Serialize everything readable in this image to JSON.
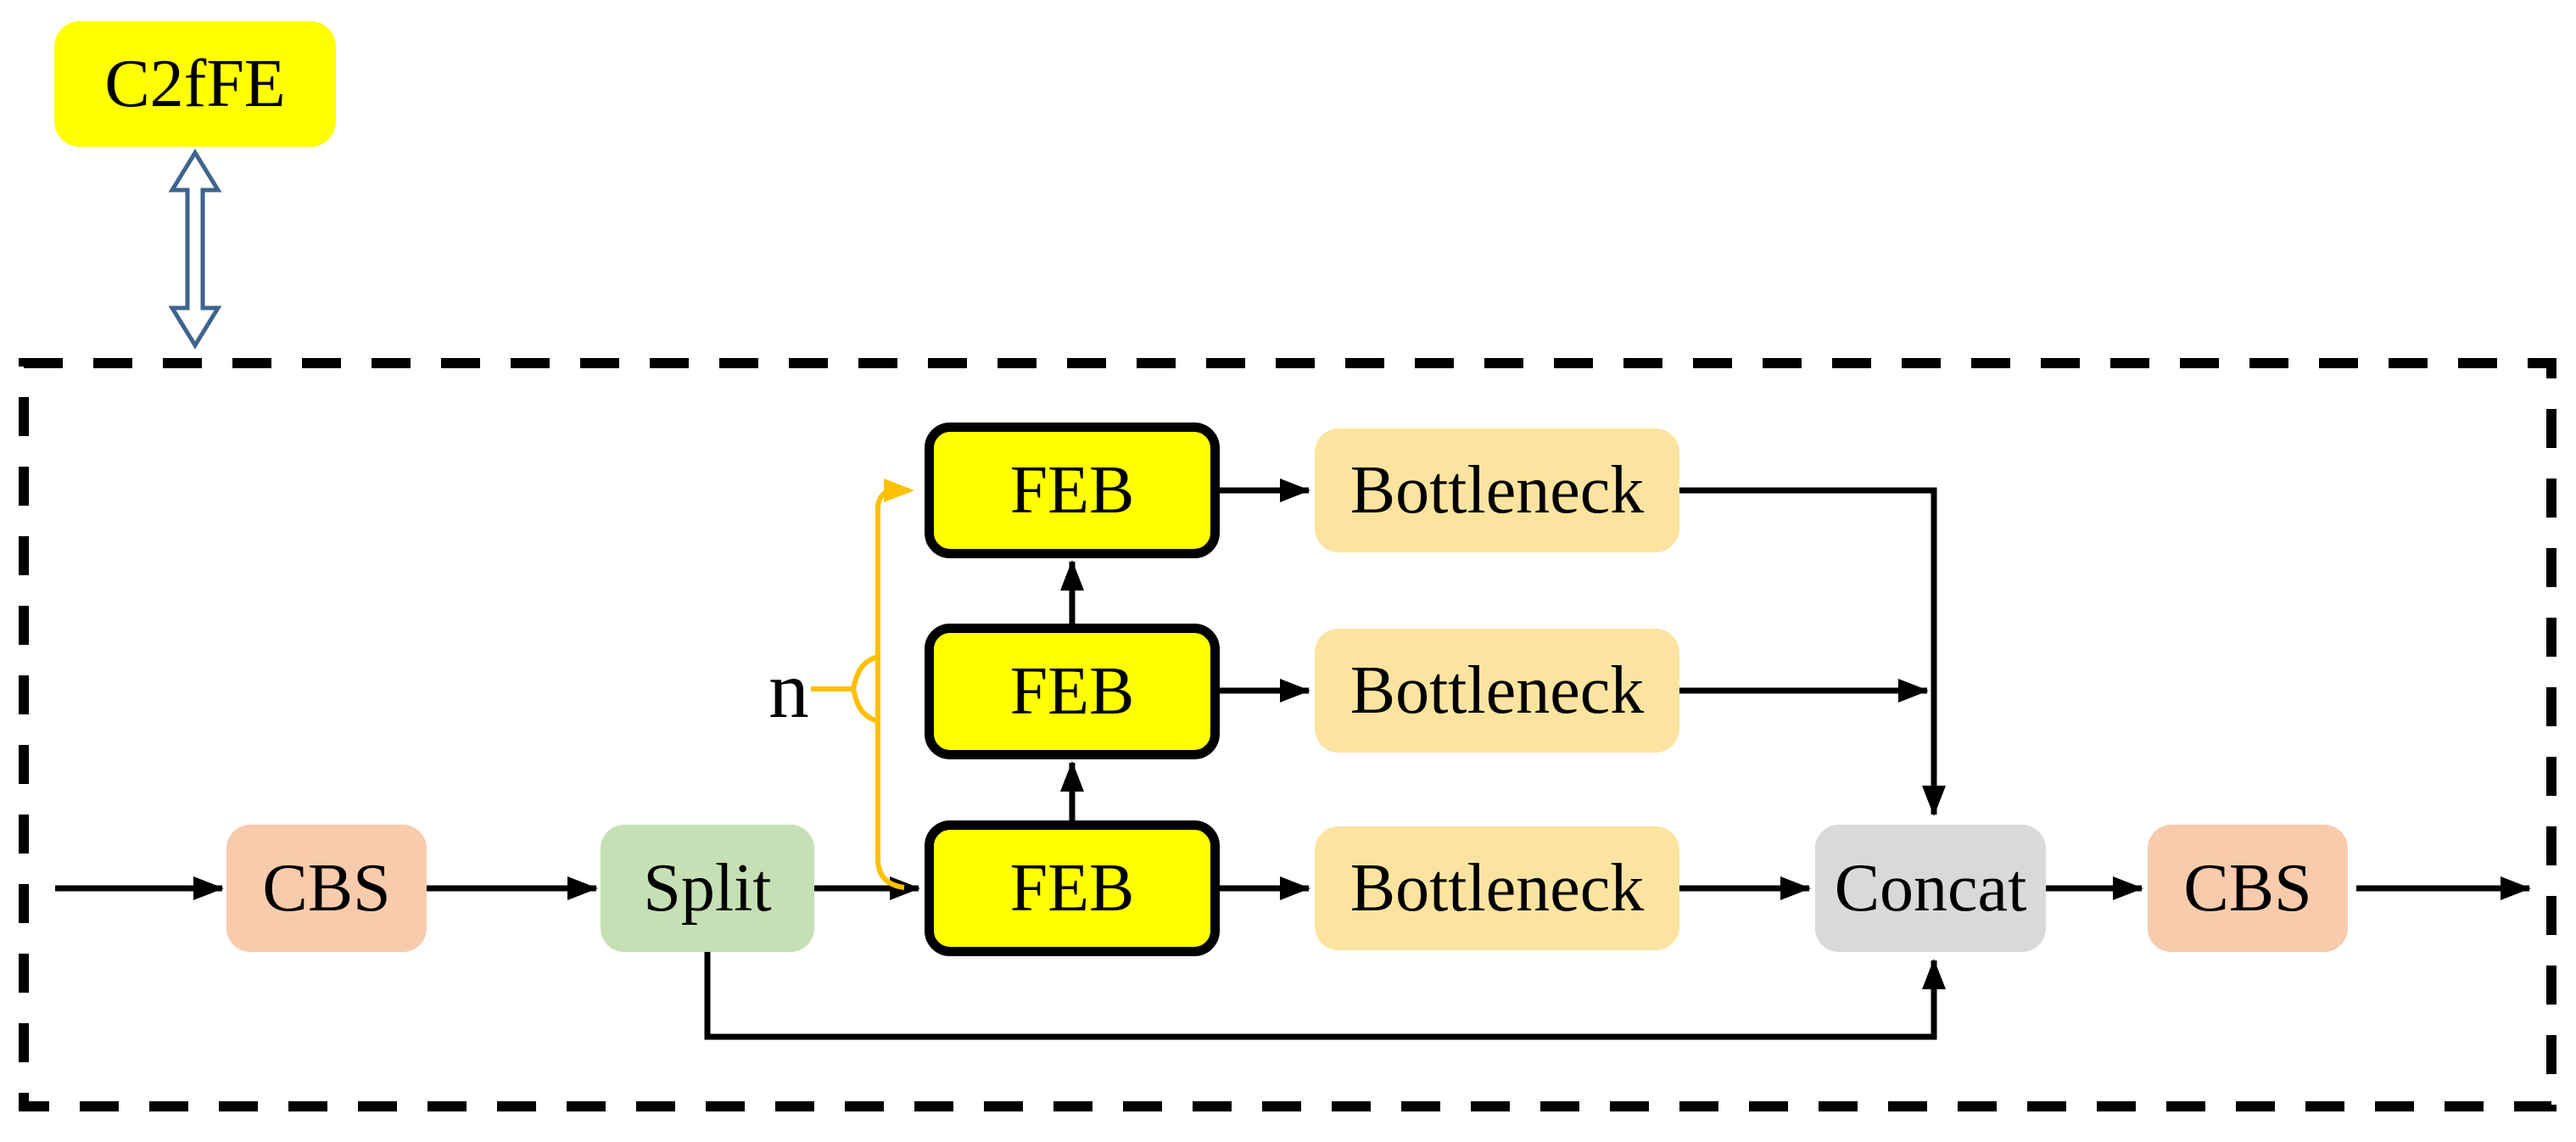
{
  "diagram": {
    "module_label": "C2fFE",
    "repeat_label": "n",
    "nodes": {
      "cbs": "CBS",
      "split": "Split",
      "feb": "FEB",
      "bottleneck": "Bottleneck",
      "concat": "Concat"
    },
    "structure": {
      "feb_stack_count": 3,
      "bottleneck_count": 3,
      "flow": [
        "input",
        "CBS",
        "Split",
        "FEB",
        "Bottleneck",
        "Concat",
        "CBS",
        "output"
      ]
    },
    "colors": {
      "module_fill": "#FFFF00",
      "feb_fill": "#FFFF00",
      "feb_border": "#000000",
      "cbs_fill": "#F8CBAD",
      "split_fill": "#C5E0B4",
      "bottleneck_fill": "#FCE4A0",
      "concat_fill": "#D9D9D9",
      "highlight_line": "#FFC000",
      "double_arrow_stroke": "#3E638E",
      "connector_line": "#000000",
      "dashed_border": "#000000"
    }
  }
}
